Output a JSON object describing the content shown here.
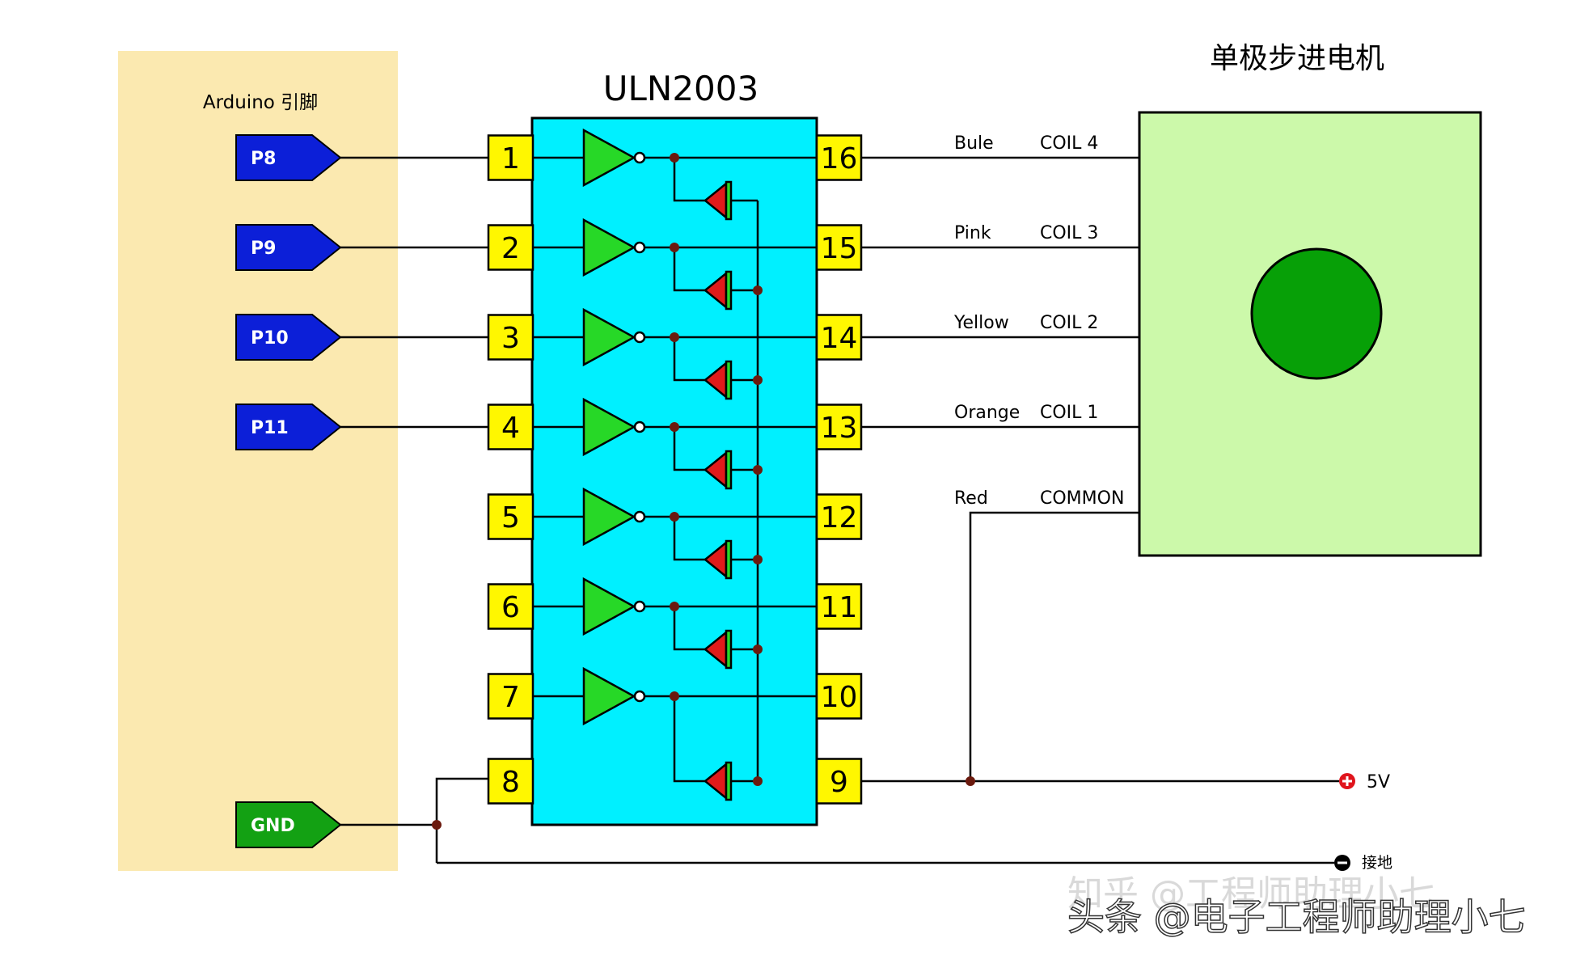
{
  "arduino_panel": {
    "title": "Arduino 引脚",
    "ports": [
      "P8",
      "P9",
      "P10",
      "P11"
    ],
    "ground_port": "GND"
  },
  "chip": {
    "name": "ULN2003",
    "left_pins": [
      "1",
      "2",
      "3",
      "4",
      "5",
      "6",
      "7",
      "8"
    ],
    "right_pins": [
      "16",
      "15",
      "14",
      "13",
      "12",
      "11",
      "10",
      "9"
    ]
  },
  "motor": {
    "title": "单极步进电机",
    "wires": [
      {
        "color_name": "Bule",
        "coil": "COIL 4"
      },
      {
        "color_name": "Pink",
        "coil": "COIL 3"
      },
      {
        "color_name": "Yellow",
        "coil": "COIL 2"
      },
      {
        "color_name": "Orange",
        "coil": "COIL 1"
      },
      {
        "color_name": "Red",
        "coil": "COMMON"
      }
    ]
  },
  "power": {
    "vcc_label": "5V",
    "gnd_label": "接地"
  },
  "watermark": {
    "line1": "知乎 @工程师助理小七",
    "line2": "头条 @电子工程师助理小七"
  },
  "colors": {
    "panel_bg": "#fbe9b0",
    "port_blue": "#0c1fd8",
    "port_green": "#13a113",
    "chip_fill": "#00f0ff",
    "pin_fill": "#fff700",
    "buffer_fill": "#27d827",
    "diode_fill": "#e11b1b",
    "motor_fill": "#ccf9aa",
    "rotor_fill": "#07a007",
    "junction": "#6b1a0e"
  }
}
